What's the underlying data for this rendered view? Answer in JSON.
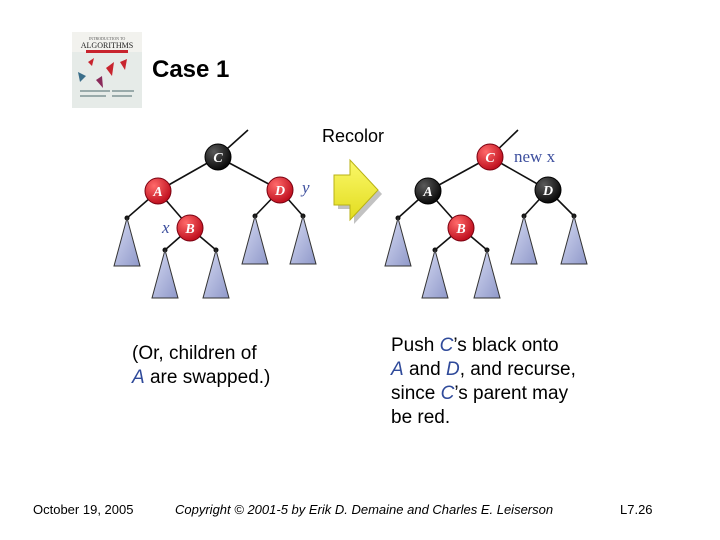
{
  "slide": {
    "title": "Case 1",
    "recolor_label": "Recolor",
    "book_cover_title": "ALGORITHMS"
  },
  "left_tree": {
    "nodes": {
      "top": "C",
      "left": "A",
      "right": "D",
      "grandchild": "B"
    },
    "labels": {
      "x": "x",
      "y": "y"
    }
  },
  "right_tree": {
    "nodes": {
      "top": "C",
      "left": "A",
      "right": "D",
      "grandchild": "B"
    },
    "labels": {
      "new_x": "new x"
    }
  },
  "notes": {
    "left": {
      "line1": "(Or, children of",
      "line2_var": "A",
      "line2_rest": " are swapped.)"
    },
    "right": {
      "p1": "Push ",
      "v1": "C",
      "p2": "’s black onto",
      "v2": "A",
      "p3": " and ",
      "v3": "D",
      "p4": ", and recurse,",
      "p5": "since ",
      "v4": "C",
      "p6": "’s parent may",
      "p7": "be red."
    }
  },
  "footer": {
    "date": "October 19, 2005",
    "copyright": "Copyright © 2001-5 by Erik D. Demaine and Charles E. Leiserson",
    "slide_number": "L7.26"
  },
  "colors": {
    "red_node": "#d61a2b",
    "black_node": "#111111",
    "subtree_fill": "#b7bfe3",
    "arrow_fill": "#f3ef3c",
    "text_blue": "#2f4a9a",
    "label_blue": "#3d4f9e"
  }
}
